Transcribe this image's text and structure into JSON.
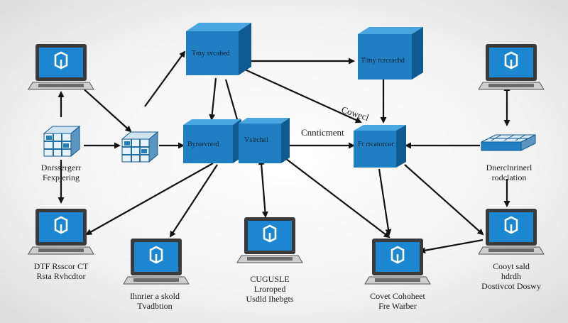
{
  "cube_labels": {
    "top_left": "Tmy  svcahed",
    "top_right": "Tlmy  rcrcrachd",
    "mid_left": "Byrorvrerd",
    "mid_center": "Vsirchel",
    "mid_right": "Fr  rrcatorcor"
  },
  "edge_labels": {
    "diag": "Cowecl",
    "connect": "Cnnticment"
  },
  "node_labels": {
    "left_cube": [
      "Dnrssergerr",
      "Fexpjering"
    ],
    "right_cube": [
      "Dnerclnrinerl",
      "rodclation"
    ],
    "bottom_left_laptop": [
      "DTF  Rsscor  CT",
      "Rsta  Rvhcdtor"
    ],
    "bottom_laptop_2": [
      "Ihnrier  a  skold",
      "Tvadbtion"
    ],
    "bottom_laptop_3": [
      "CUGUSLE",
      "Lroroped",
      "Usdld  Ihebgts"
    ],
    "bottom_laptop_4": [
      "Covet  Cohoheet",
      "Fre  Warber"
    ],
    "bottom_right_laptop": [
      "Cooyt  sald",
      "hdrdh",
      "Dostivcot  Doswy"
    ]
  },
  "icons": {
    "laptop": "laptop-icon",
    "server": "server-cube-icon",
    "grid": "grid-cube-icon",
    "app_glyph": "app-logo-icon"
  },
  "colors": {
    "cube_front": "#1f7fc2",
    "cube_top": "#4aa6e0",
    "cube_side": "#0f5a91",
    "screen": "#1b86d1",
    "laptop_body": "#d8d8d8",
    "arrow": "#111111"
  }
}
